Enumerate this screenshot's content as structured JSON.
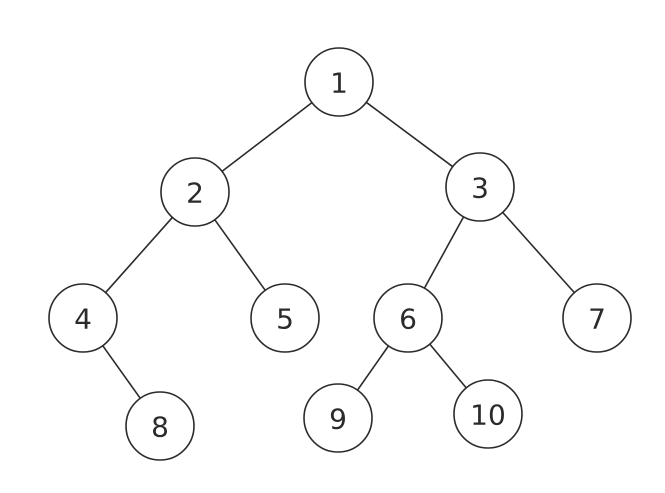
{
  "diagram": {
    "type": "binary-tree",
    "nodes": [
      {
        "id": "1",
        "label": "1"
      },
      {
        "id": "2",
        "label": "2"
      },
      {
        "id": "3",
        "label": "3"
      },
      {
        "id": "4",
        "label": "4"
      },
      {
        "id": "5",
        "label": "5"
      },
      {
        "id": "6",
        "label": "6"
      },
      {
        "id": "7",
        "label": "7"
      },
      {
        "id": "8",
        "label": "8"
      },
      {
        "id": "9",
        "label": "9"
      },
      {
        "id": "10",
        "label": "10"
      }
    ],
    "edges": [
      {
        "from": "1",
        "to": "2"
      },
      {
        "from": "1",
        "to": "3"
      },
      {
        "from": "2",
        "to": "4"
      },
      {
        "from": "2",
        "to": "5"
      },
      {
        "from": "3",
        "to": "6"
      },
      {
        "from": "3",
        "to": "7"
      },
      {
        "from": "4",
        "to": "8"
      },
      {
        "from": "6",
        "to": "9"
      },
      {
        "from": "6",
        "to": "10"
      }
    ],
    "colors": {
      "stroke": "#2b2b2b",
      "fill": "#ffffff",
      "text": "#2b2b2b"
    }
  }
}
